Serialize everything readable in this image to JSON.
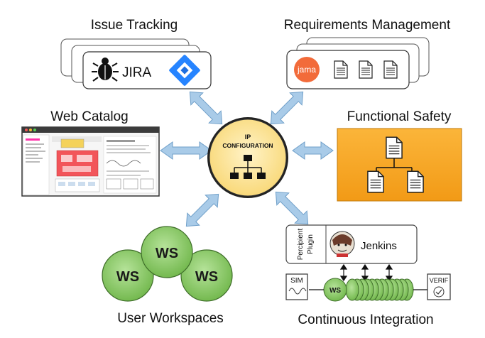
{
  "hub": {
    "line1": "IP",
    "line2": "CONFIGURATION"
  },
  "issue_tracking": {
    "title": "Issue Tracking",
    "tool": "JIRA"
  },
  "requirements": {
    "title": "Requirements Management",
    "tool": "jama"
  },
  "web_catalog": {
    "title": "Web Catalog"
  },
  "functional_safety": {
    "title": "Functional Safety"
  },
  "workspaces": {
    "title": "User Workspaces",
    "node_label": "WS"
  },
  "ci": {
    "title": "Continuous Integration",
    "plugin_line1": "Percipient",
    "plugin_line2": "Plugin",
    "jenkins": "Jenkins",
    "sim": "SIM",
    "verif": "VERIF",
    "chain_label": "WS"
  },
  "colors": {
    "hub_fill": "#fde7a6",
    "arrow": "#9dc3e6",
    "safety_orange": "#f7a823",
    "ws_green": "#8fcd6f",
    "jama_orange": "#f26b3a",
    "jira_blue": "#2684ff"
  }
}
